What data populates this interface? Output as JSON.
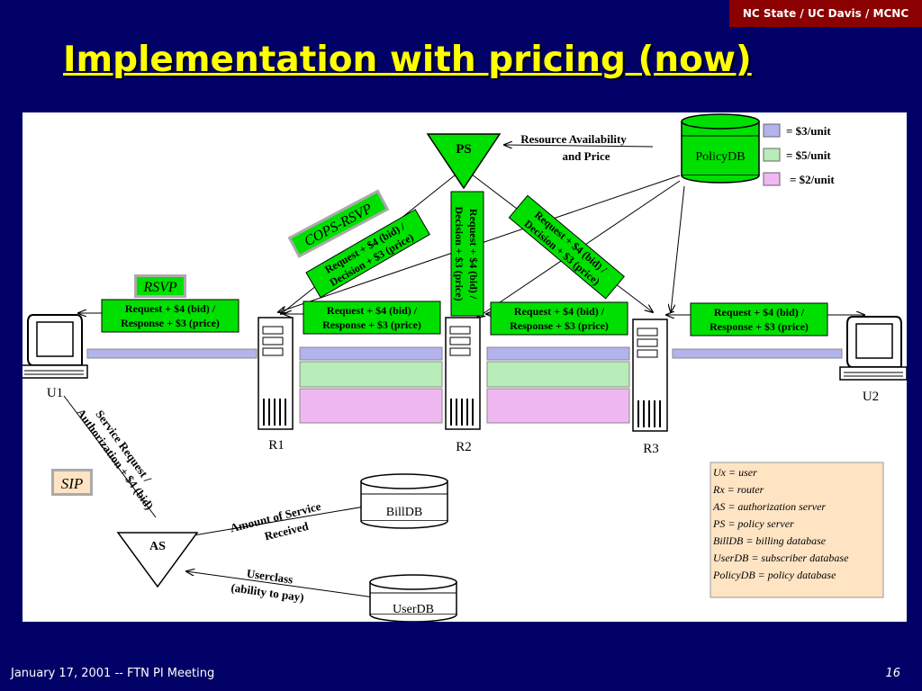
{
  "header": {
    "org": "NC State / UC Davis / MCNC"
  },
  "title": "Implementation with pricing (now)",
  "footer": {
    "date_event": "January 17, 2001 -- FTN PI Meeting",
    "page": "16"
  },
  "diagram": {
    "ps_label": "PS",
    "policydb_label": "PolicyDB",
    "billdb_label": "BillDB",
    "userdb_label": "UserDB",
    "as_label": "AS",
    "r1": "R1",
    "r2": "R2",
    "r3": "R3",
    "u1": "U1",
    "u2": "U2",
    "resource_line1": "Resource Availability",
    "resource_line2": "and Price",
    "legend": [
      {
        "label": "= $3/unit",
        "color": "#b3b3ee"
      },
      {
        "label": "= $5/unit",
        "color": "#b8ecb8"
      },
      {
        "label": "= $2/unit",
        "color": "#f0b8f0"
      }
    ],
    "cops_rsvp": "COPS-RSVP",
    "rsvp": "RSVP",
    "sip": "SIP",
    "req_line1": "Request + $4 (bid) /",
    "resp_line2": "Response + $3 (price)",
    "dec_line1": "Request + $4 (bid) /",
    "dec_line2": "Decision + $3 (price)",
    "vertical_line1": "Request + $4 (bid) /",
    "vertical_line2": "Decision + $3 (price)",
    "diag_r3_line1": "Request + $4 (bid) /",
    "diag_r3_line2": "Decision + $3 (price)",
    "service_req_line1": "Service Request /",
    "service_req_line2": "Authorization + $4 (bid)",
    "amount_line1": "Amount of Service",
    "amount_line2": "Received",
    "userclass_line1": "Userclass",
    "userclass_line2": "(ability to pay)",
    "glossary": [
      "Ux = user",
      "Rx = router",
      "AS = authorization server",
      "PS = policy server",
      "BillDB = billing database",
      "UserDB = subscriber database",
      "PolicyDB = policy database"
    ]
  }
}
